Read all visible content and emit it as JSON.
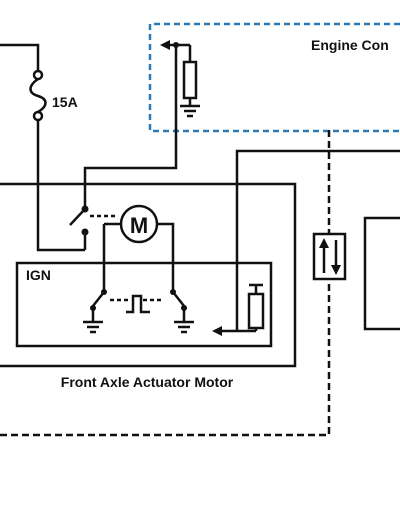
{
  "labels": {
    "fuse": "15A",
    "engine_box": "Engine Con",
    "ign": "IGN",
    "motor_symbol": "M",
    "caption": "Front Axle Actuator Motor"
  },
  "colors": {
    "wire": "#111111",
    "engine_box_border": "#2a7ab8",
    "background": "#ffffff"
  },
  "icons": [
    "fuse-icon",
    "motor-icon",
    "resistor-icon",
    "ground-icon",
    "switch-icon",
    "bidirectional-arrow-icon",
    "arrow-icon"
  ]
}
